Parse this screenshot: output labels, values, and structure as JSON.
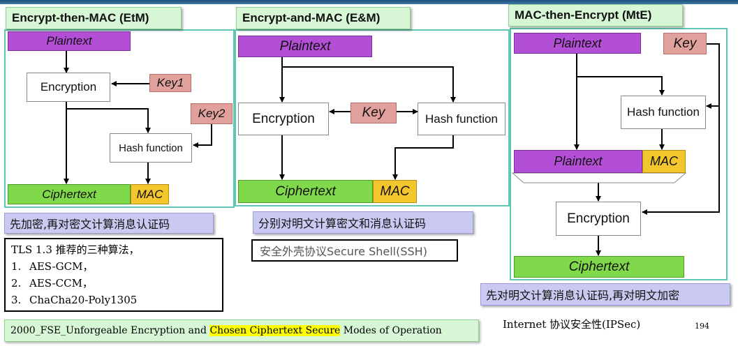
{
  "etm": {
    "title": "Encrypt-then-MAC (EtM)",
    "plaintext": "Plaintext",
    "encryption": "Encryption",
    "key1": "Key1",
    "key2": "Key2",
    "hash": "Hash function",
    "ciphertext": "Ciphertext",
    "mac": "MAC",
    "note": "先加密,再对密文计算消息认证码"
  },
  "em": {
    "title": "Encrypt-and-MAC (E&M)",
    "plaintext": "Plaintext",
    "encryption": "Encryption",
    "key": "Key",
    "hash": "Hash function",
    "ciphertext": "Ciphertext",
    "mac": "MAC",
    "note": "分别对明文计算密文和消息认证码",
    "ssh": "安全外壳协议Secure Shell(SSH)"
  },
  "mte": {
    "title": "MAC-then-Encrypt (MtE)",
    "plaintext": "Plaintext",
    "key": "Key",
    "hash": "Hash function",
    "plaintext2": "Plaintext",
    "mac": "MAC",
    "encryption": "Encryption",
    "ciphertext": "Ciphertext",
    "note": "先对明文计算消息认证码,再对明文加密",
    "ipsec": "Internet 协议安全性(IPSec)"
  },
  "tls": {
    "heading": "TLS 1.3 推荐的三种算法，",
    "items": [
      {
        "num": "1.",
        "text": "AES-GCM，"
      },
      {
        "num": "2.",
        "text": "AES-CCM，"
      },
      {
        "num": "3.",
        "text": "ChaCha20-Poly1305"
      }
    ]
  },
  "reference": {
    "before": "2000_FSE_Unforgeable Encryption and ",
    "highlight": "Chosen Ciphertext Secure",
    "after": " Modes of Operation"
  },
  "page_number": "194",
  "colors": {
    "plaintext": "#b34fd6",
    "key": "#e0a19c",
    "ciphertext": "#7fd94a",
    "mac": "#f3c62e",
    "frame": "#5fc7b3",
    "title_bg": "#d6f6d6",
    "note_bg": "#c9c9f2",
    "highlight": "#ffff00"
  }
}
